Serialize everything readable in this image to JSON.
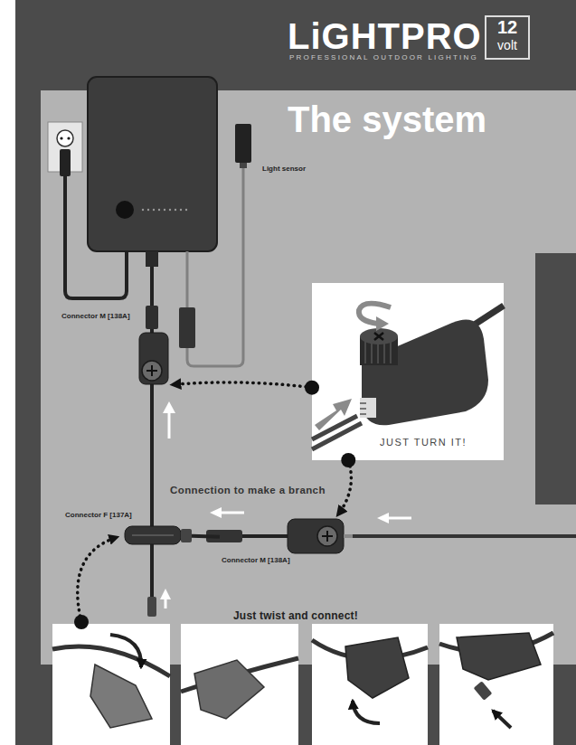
{
  "diagram": {
    "title": "The system",
    "nodes": [
      {
        "text": [
          "Light sensor"
        ]
      },
      {
        "text": [
          "Connector M [138A]"
        ]
      },
      {
        "text": [
          "Connector F [137A]"
        ]
      },
      {
        "text": [
          "Connector M [138A]"
        ]
      },
      {
        "text": [
          "JUST TURN IT!"
        ]
      }
    ],
    "edges": [
      {
        "from": 4,
        "to": 1,
        "arrow": "to"
      },
      {
        "from": 4,
        "to": 3,
        "arrow": "to"
      },
      {
        "from": 3,
        "to": 2,
        "arrow": "none"
      }
    ],
    "labels": [
      "LiGHTPRO",
      "12",
      "volt",
      "PROFESSIONAL OUTDOOR LIGHTING",
      "Connection to make a branch",
      "Just twist and connect!"
    ]
  }
}
